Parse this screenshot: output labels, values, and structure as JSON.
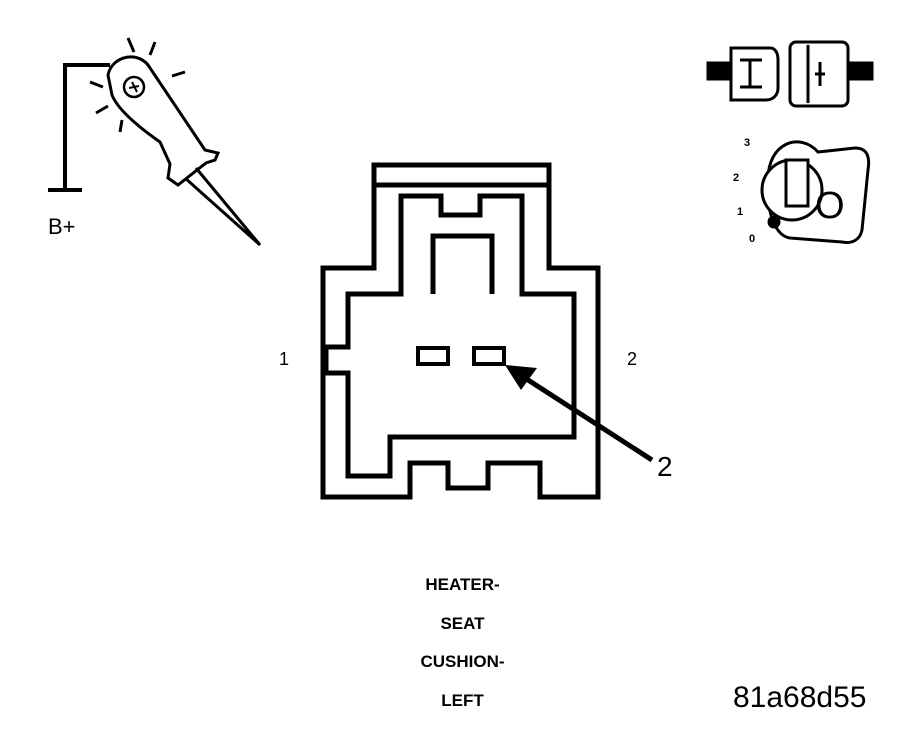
{
  "probe": {
    "label": "B+",
    "icon": "test-light-probe-icon"
  },
  "connector": {
    "pin_left": "1",
    "pin_right": "2",
    "callout": "2",
    "icons": [
      "connector-disconnected-icon",
      "ignition-key-icon"
    ]
  },
  "ignition": {
    "positions": [
      "3",
      "2",
      "1",
      "0"
    ],
    "key_letter": "O"
  },
  "caption": {
    "lines": [
      "HEATER-",
      "SEAT",
      "CUSHION-",
      "LEFT"
    ]
  },
  "figure_id": "81a68d55"
}
